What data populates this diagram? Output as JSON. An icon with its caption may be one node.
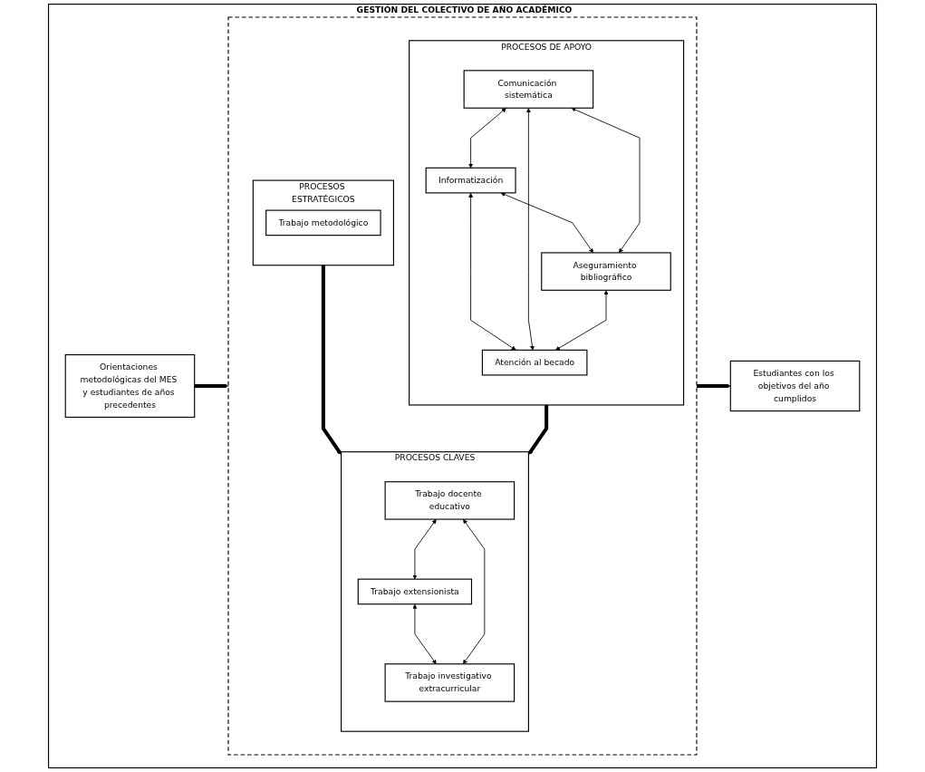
{
  "diagram": {
    "nodes": [
      {
        "text": [
          "GESTIÓN DEL COLECTIVO DE AÑO ACADÉMICO"
        ]
      },
      {
        "text": [
          "Orientaciones metodológicas del MES y estudiantes de años precedentes"
        ],
        "in": 0
      },
      {
        "text": [],
        "shape": "box",
        "in": 0
      },
      {
        "text": [
          "PROCESOS ESTRATÉGICOS"
        ],
        "in": 2
      },
      {
        "text": [
          "Trabajo metodológico"
        ],
        "in": 3
      },
      {
        "text": [
          "PROCESOS CLAVES"
        ],
        "in": 2
      },
      {
        "text": [
          "Trabajo docente educativo"
        ],
        "in": 5
      },
      {
        "text": [
          "Trabajo extensionista"
        ],
        "in": 5
      },
      {
        "text": [
          "Trabajo investigativo extracurricular"
        ],
        "in": 5
      },
      {
        "text": [
          "PROCESOS DE APOYO"
        ],
        "in": 2
      },
      {
        "text": [
          "Informatización"
        ],
        "in": 9
      },
      {
        "text": [
          "Comunicación sistemática"
        ],
        "in": 9
      },
      {
        "text": [
          "Atención al becado"
        ],
        "in": 9
      },
      {
        "text": [
          "Aseguramiento bibliográfico"
        ],
        "in": 9
      },
      {
        "text": [
          "Estudiantes con los objetivos del año cumplidos"
        ],
        "in": 0
      }
    ],
    "edges": [
      {
        "from": 1,
        "to": 2,
        "arrow": "to",
        "style": "thick"
      },
      {
        "from": 3,
        "to": 5,
        "arrow": "to",
        "style": "thick"
      },
      {
        "from": 9,
        "to": 5,
        "arrow": "to",
        "style": "thick"
      },
      {
        "from": 2,
        "to": 14,
        "arrow": "to",
        "style": "thick"
      },
      {
        "from": 6,
        "to": 7,
        "arrow": "both"
      },
      {
        "from": 7,
        "to": 8,
        "arrow": "both"
      },
      {
        "from": 6,
        "to": 8,
        "arrow": "both"
      },
      {
        "from": 11,
        "to": 10,
        "arrow": "both"
      },
      {
        "from": 10,
        "to": 12,
        "arrow": "both"
      },
      {
        "from": 11,
        "to": 12,
        "arrow": "both"
      },
      {
        "from": 10,
        "to": 13,
        "arrow": "both"
      },
      {
        "from": 11,
        "to": 13,
        "arrow": "both"
      },
      {
        "from": 13,
        "to": 12,
        "arrow": "both"
      }
    ]
  }
}
